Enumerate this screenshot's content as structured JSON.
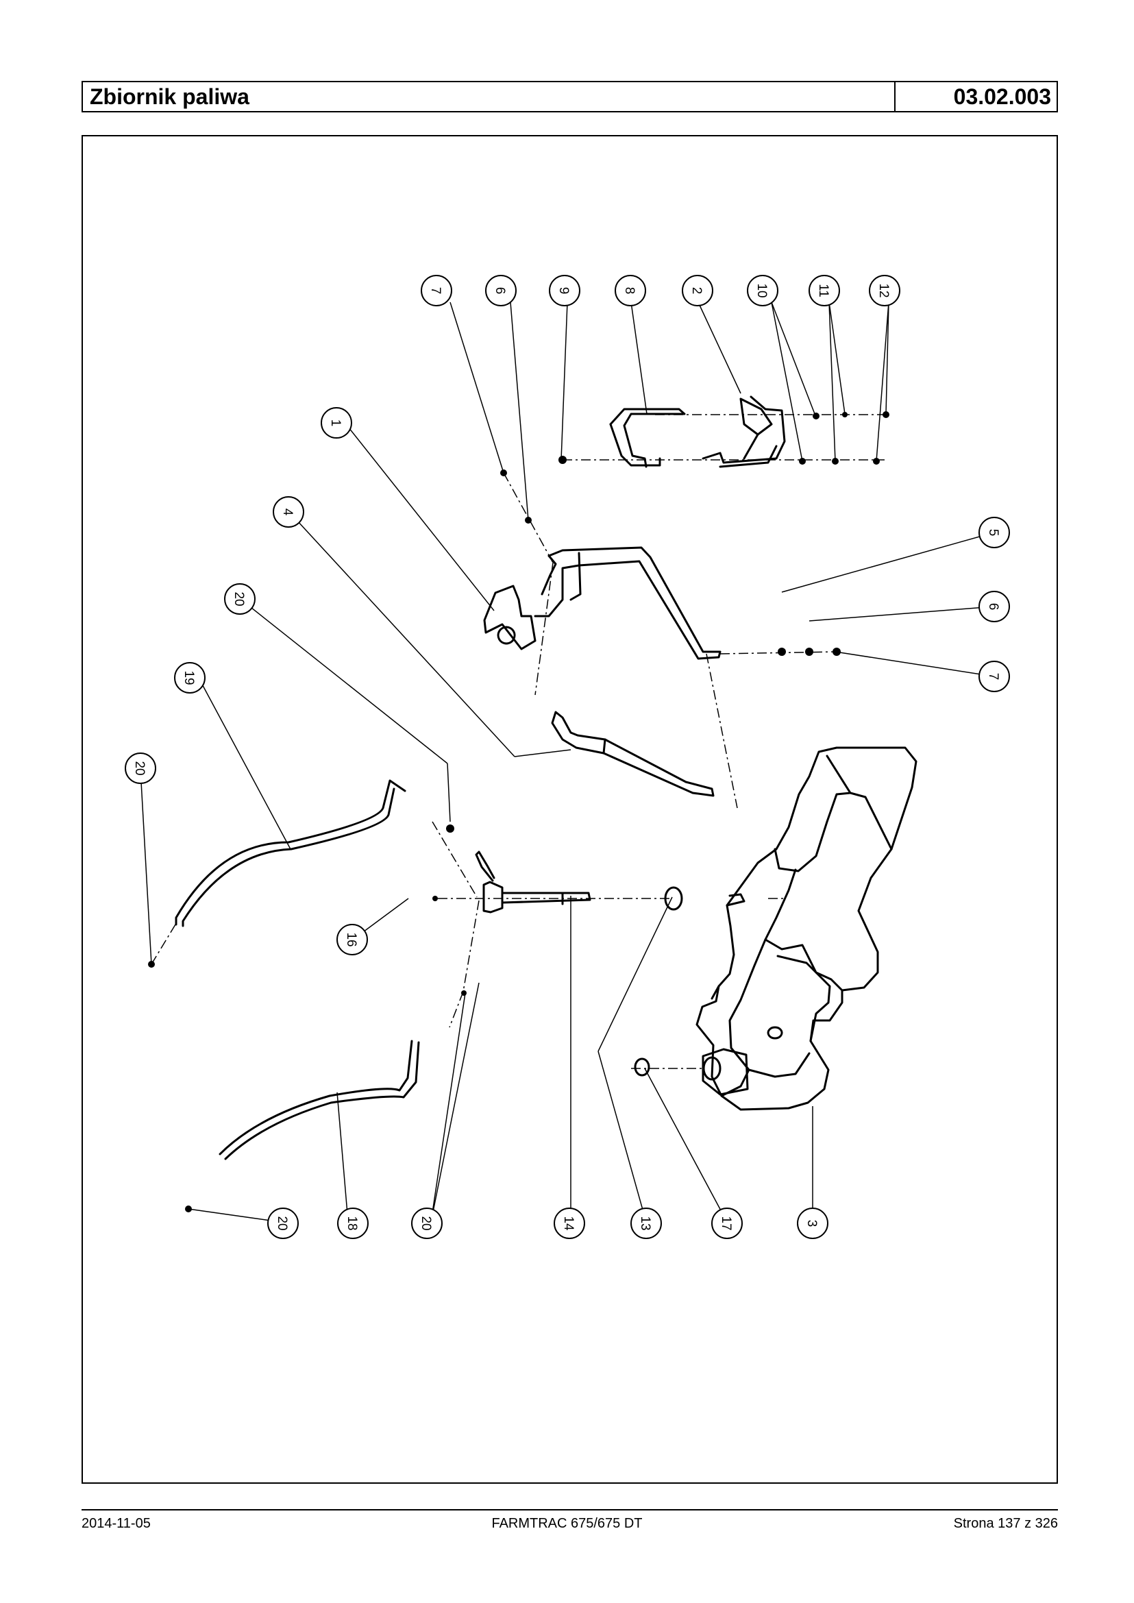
{
  "header": {
    "title": "Zbiornik paliwa",
    "code": "03.02.003"
  },
  "footer": {
    "date": "2014-11-05",
    "model": "FARMTRAC 675/675 DT",
    "page": "Strona 137 z 326"
  },
  "diagram": {
    "callouts": [
      "7",
      "6",
      "9",
      "8",
      "2",
      "10",
      "11",
      "12",
      "1",
      "4",
      "5",
      "6",
      "7",
      "20",
      "19",
      "20",
      "16",
      "20",
      "18",
      "20",
      "14",
      "13",
      "17",
      "3"
    ]
  }
}
